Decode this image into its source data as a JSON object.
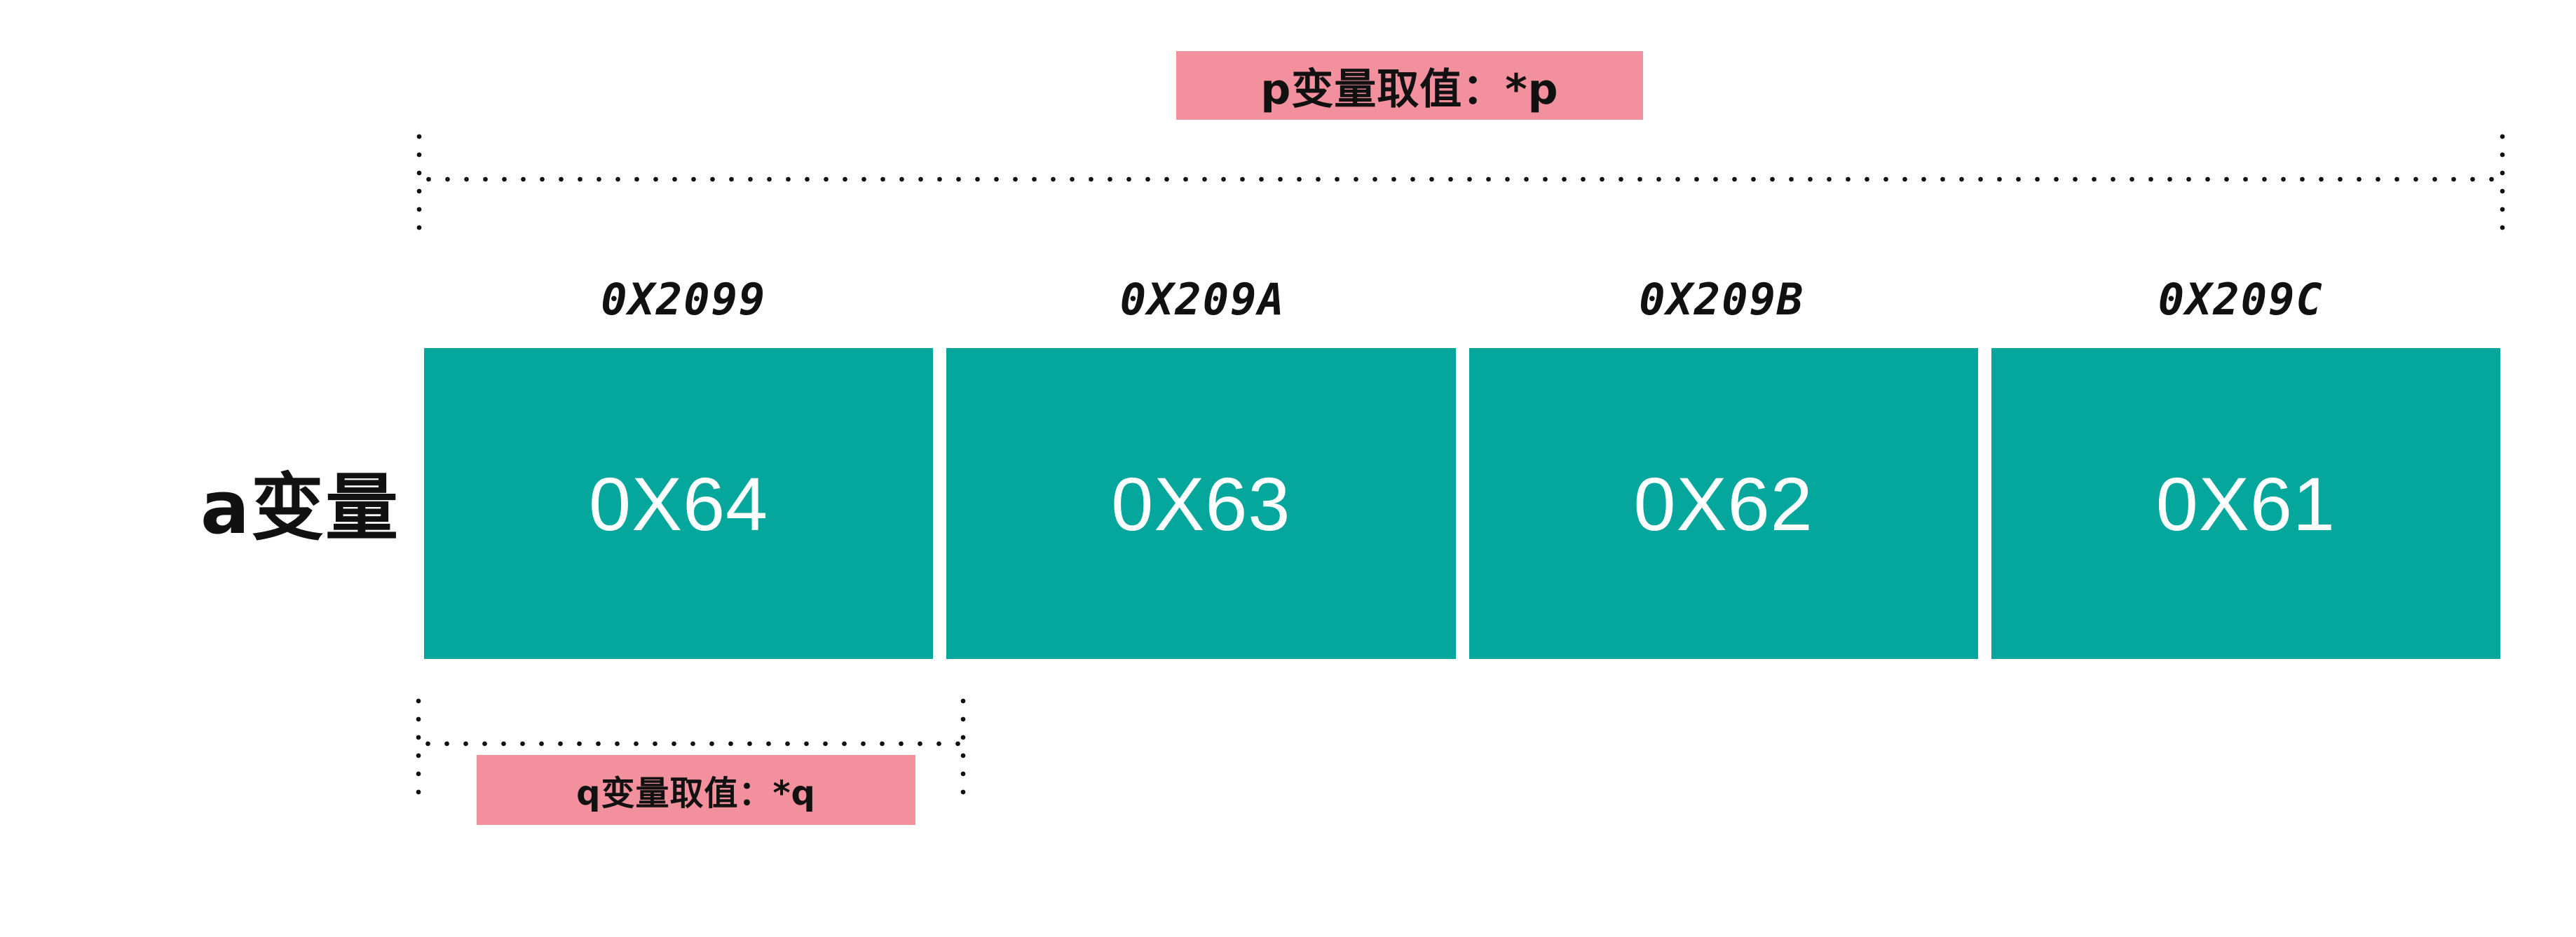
{
  "diagram": {
    "title": "pointer memory layout diagram",
    "colors": {
      "cell_fill": "#05A79D",
      "cell_text": "#FFFFFF",
      "annotation_fill": "#F2909D",
      "annotation_text": "#111111",
      "bracket": "#111111",
      "background": "#FFFFFF"
    }
  },
  "variable_label": {
    "text": "a变量"
  },
  "addresses": [
    {
      "label": "0X2099"
    },
    {
      "label": "0X209A"
    },
    {
      "label": "0X209B"
    },
    {
      "label": "0X209C"
    }
  ],
  "cells": [
    {
      "value": "0X64",
      "address": "0X2099"
    },
    {
      "value": "0X63",
      "address": "0X209A"
    },
    {
      "value": "0X62",
      "address": "0X209B"
    },
    {
      "value": "0X61",
      "address": "0X209C"
    }
  ],
  "annotations": {
    "p": {
      "text": "p变量取值：*p",
      "spans_addresses": [
        "0X2099",
        "0X209A",
        "0X209B",
        "0X209C"
      ],
      "position": "top"
    },
    "q": {
      "text": "q变量取值：*q",
      "spans_addresses": [
        "0X2099"
      ],
      "position": "bottom"
    }
  }
}
